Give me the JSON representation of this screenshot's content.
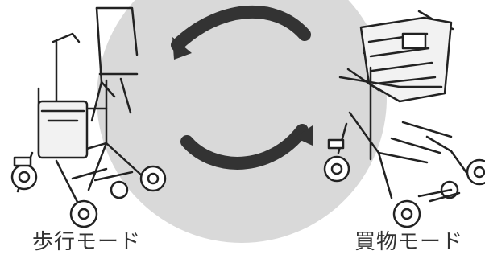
{
  "figure": {
    "colors": {
      "circle": "#d9d9d9",
      "arrow": "#333333",
      "line": "#222222",
      "basket": "#f2f2f2"
    },
    "left_caption": "歩行モード",
    "right_caption": "買物モード",
    "arrows": [
      {
        "name": "arrow-top-to-left",
        "direction": "counter-clockwise"
      },
      {
        "name": "arrow-bottom-to-right",
        "direction": "counter-clockwise"
      }
    ]
  }
}
